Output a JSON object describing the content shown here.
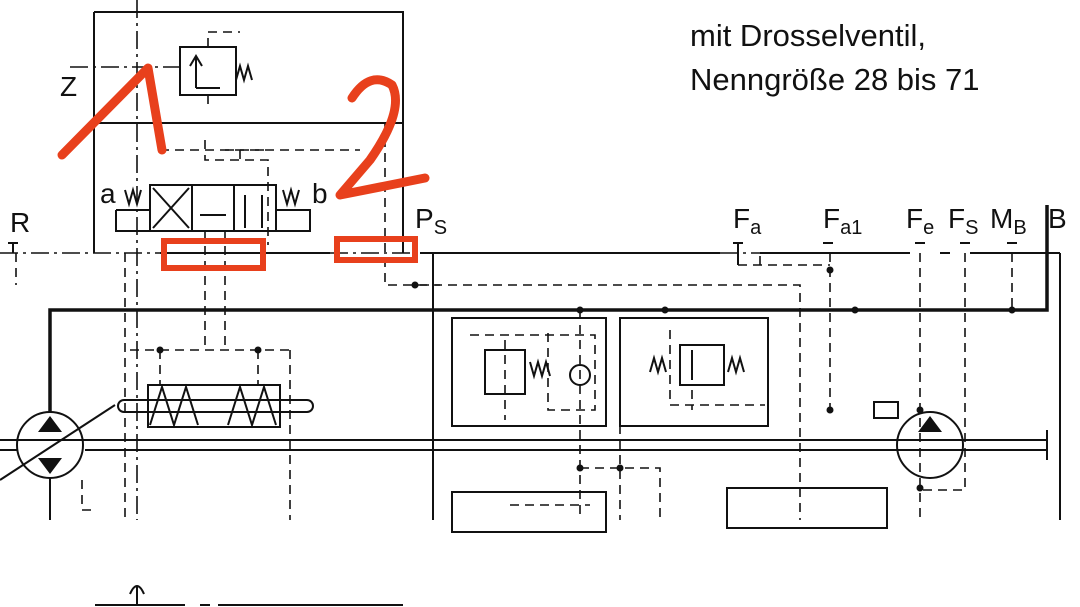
{
  "caption": {
    "line1": "mit Drosselventil,",
    "line2": "Nenngröße 28 bis 71"
  },
  "ports": {
    "Z": "Z",
    "a": "a",
    "b": "b",
    "R": "R",
    "Ps": {
      "main": "P",
      "sub": "S"
    },
    "Fa": {
      "main": "F",
      "sub": "a"
    },
    "Fa1": {
      "main": "F",
      "sub": "a1"
    },
    "Fe": {
      "main": "F",
      "sub": "e"
    },
    "Fs": {
      "main": "F",
      "sub": "S"
    },
    "Mb": {
      "main": "M",
      "sub": "B"
    },
    "B": "B"
  },
  "annotations": {
    "mark1": "1",
    "mark2": "2",
    "color": "#e8401c"
  }
}
